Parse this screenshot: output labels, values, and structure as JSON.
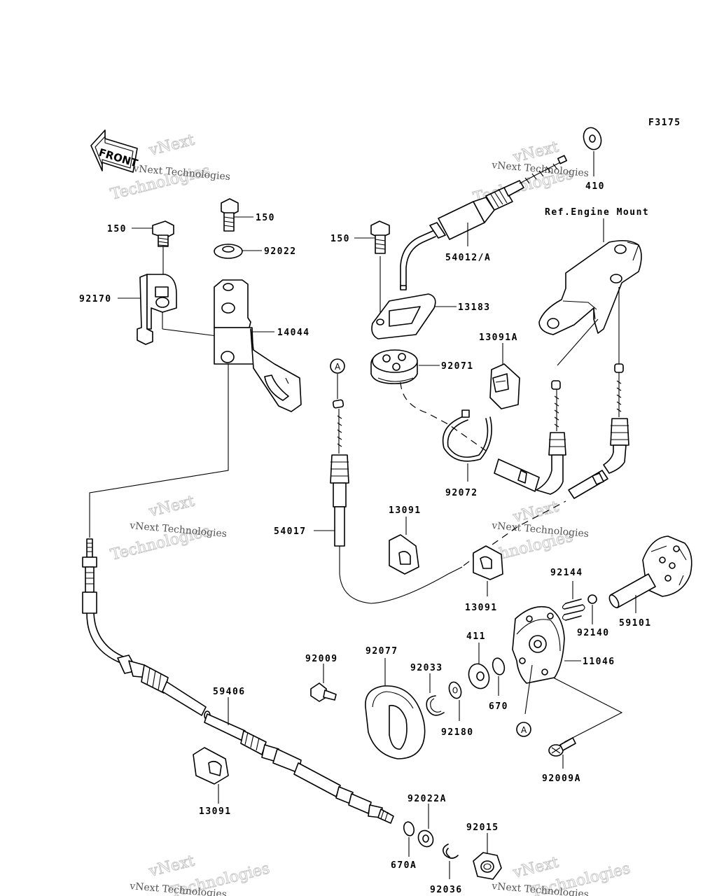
{
  "figure_code": "F3175",
  "front_label": "FRONT",
  "ref_note": "Ref.Engine Mount",
  "watermark": {
    "line1": "vNext",
    "line2": "Technologies",
    "full": "vNext Technologies"
  },
  "callout_A": "A",
  "parts": {
    "p150a": "150",
    "p150b": "150",
    "p150c": "150",
    "p92022": "92022",
    "p92170": "92170",
    "p14044": "14044",
    "p54012A": "54012/A",
    "p13183": "13183",
    "p92071": "92071",
    "p13091A": "13091A",
    "p410": "410",
    "p92072": "92072",
    "p54017": "54017",
    "p13091a": "13091",
    "p13091b": "13091",
    "p13091c": "13091",
    "p92144": "92144",
    "p92140": "92140",
    "p59101": "59101",
    "p11046": "11046",
    "p411": "411",
    "p670": "670",
    "p92009": "92009",
    "p92077": "92077",
    "p92033": "92033",
    "p92180": "92180",
    "p92009A": "92009A",
    "p59406": "59406",
    "p92022A": "92022A",
    "p670A": "670A",
    "p92015": "92015",
    "p92036": "92036"
  }
}
